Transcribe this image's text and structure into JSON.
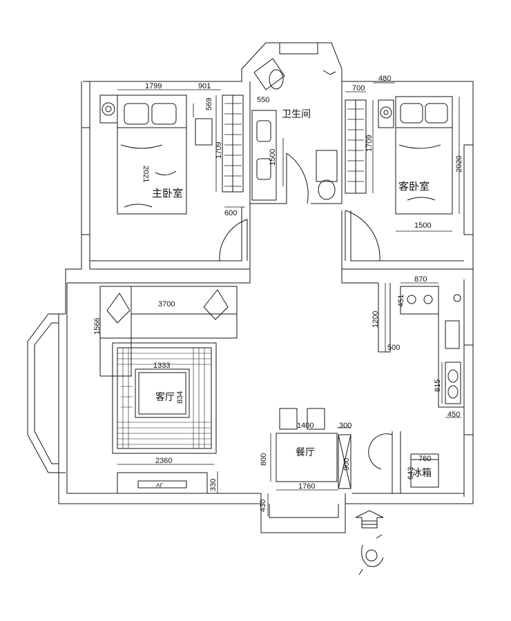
{
  "rooms": {
    "master_bedroom": "主卧室",
    "bathroom": "卫生间",
    "guest_bedroom": "客卧室",
    "living_room": "客厅",
    "dining_room": "餐厅",
    "fridge": "冰箱"
  },
  "dimensions": {
    "d1799": "1799",
    "d901": "901",
    "d569": "569",
    "d2021": "2021",
    "d1709_left": "1709",
    "d600": "600",
    "d550": "550",
    "d1500_bath": "1500",
    "d700": "700",
    "d480": "480",
    "d1709_right": "1709",
    "d2020": "2020",
    "d1500_guest": "1500",
    "d3700": "3700",
    "d1566": "1566",
    "d1333": "1333",
    "d834": "834",
    "d2360": "2360",
    "d330": "330",
    "d870": "870",
    "d451": "451",
    "d1200": "1200",
    "d500": "500",
    "d815": "815",
    "d450": "450",
    "d1400": "1400",
    "d300": "300",
    "d800": "800",
    "d900": "900",
    "d1760": "1760",
    "d430": "430",
    "d760": "760",
    "d643": "643"
  },
  "appliance_text": {
    "tv": "ᐱᒥ"
  },
  "colors": {
    "line": "#111111",
    "background": "#ffffff"
  }
}
